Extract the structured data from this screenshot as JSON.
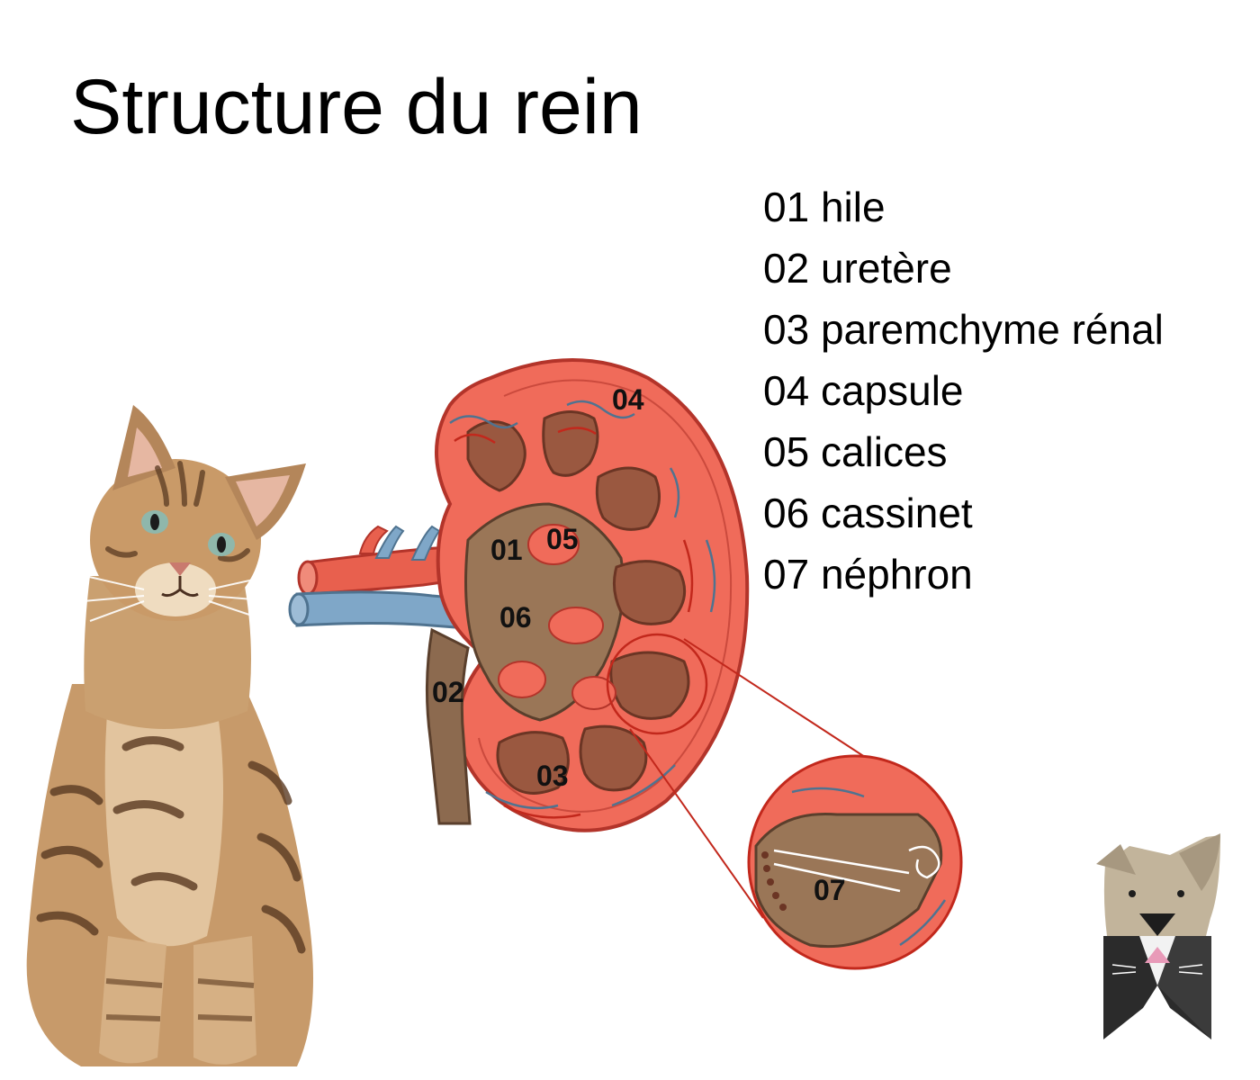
{
  "title": "Structure du rein",
  "legend": [
    {
      "num": "01",
      "label": "hile"
    },
    {
      "num": "02",
      "label": "uretère"
    },
    {
      "num": "03",
      "label": "paremchyme rénal"
    },
    {
      "num": "04",
      "label": "capsule"
    },
    {
      "num": "05",
      "label": "calices"
    },
    {
      "num": "06",
      "label": "cassinet"
    },
    {
      "num": "07",
      "label": "néphron"
    }
  ],
  "markers": {
    "m01": "01",
    "m02": "02",
    "m03": "03",
    "m04": "04",
    "m05": "05",
    "m06": "06",
    "m07": "07"
  },
  "colors": {
    "cortex": "#f06b5a",
    "outline": "#b3342a",
    "medulla": "#9a5840",
    "pelvis": "#8c6a4f",
    "vein": "#7fa7c8",
    "artery": "#e8604e"
  },
  "icons": [
    "cat-photo",
    "kidney-illustration",
    "nephron-zoom",
    "cat-dog-logo"
  ]
}
